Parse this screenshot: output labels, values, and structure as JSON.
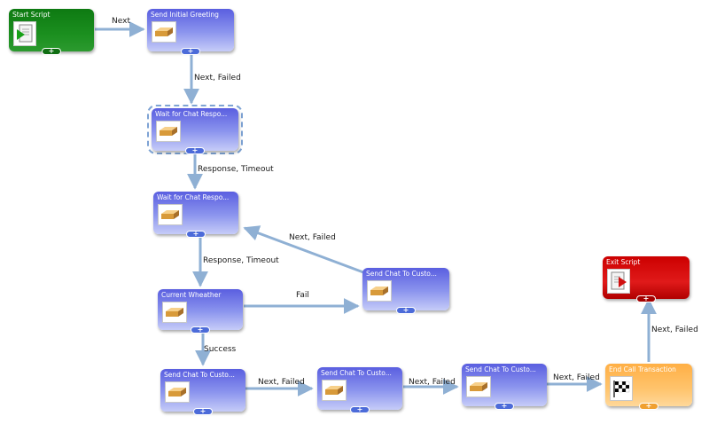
{
  "colors": {
    "connector": "#8fb0d4",
    "node_blue": "#6a72e6",
    "node_green": "#0e7a12",
    "node_red": "#cc0000",
    "node_orange": "#ffb347"
  },
  "nodes": {
    "start_script": {
      "title": "Start Script",
      "icon": "script-start-icon"
    },
    "send_initial_greeting": {
      "title": "Send Initial Greeting",
      "icon": "brick-icon"
    },
    "wait_chat_1": {
      "title": "Wait for Chat Respo...",
      "icon": "brick-icon"
    },
    "wait_chat_2": {
      "title": "Wait for Chat Respo...",
      "icon": "brick-icon"
    },
    "current_weather": {
      "title": "Current Wheather",
      "icon": "brick-icon"
    },
    "send_chat_fail": {
      "title": "Send Chat To Custo...",
      "icon": "brick-icon"
    },
    "send_chat_a": {
      "title": "Send Chat To Custo...",
      "icon": "brick-icon"
    },
    "send_chat_b": {
      "title": "Send Chat To Custo...",
      "icon": "brick-icon"
    },
    "send_chat_c": {
      "title": "Send Chat To Custo...",
      "icon": "brick-icon"
    },
    "end_call_transaction": {
      "title": "End Call Transaction",
      "icon": "checkered-flag-icon"
    },
    "exit_script": {
      "title": "Exit Script",
      "icon": "script-exit-icon"
    }
  },
  "edges": {
    "start_to_greeting": "Next",
    "greeting_to_wait1": "Next, Failed",
    "wait1_to_wait2": "Response, Timeout",
    "fail_to_wait2": "Next, Failed",
    "wait2_to_weather": "Response, Timeout",
    "weather_to_fail": "Fail",
    "weather_to_send_a": "Success",
    "send_a_to_send_b": "Next, Failed",
    "send_b_to_send_c": "Next, Failed",
    "send_c_to_end": "Next, Failed",
    "end_to_exit": "Next, Failed"
  }
}
